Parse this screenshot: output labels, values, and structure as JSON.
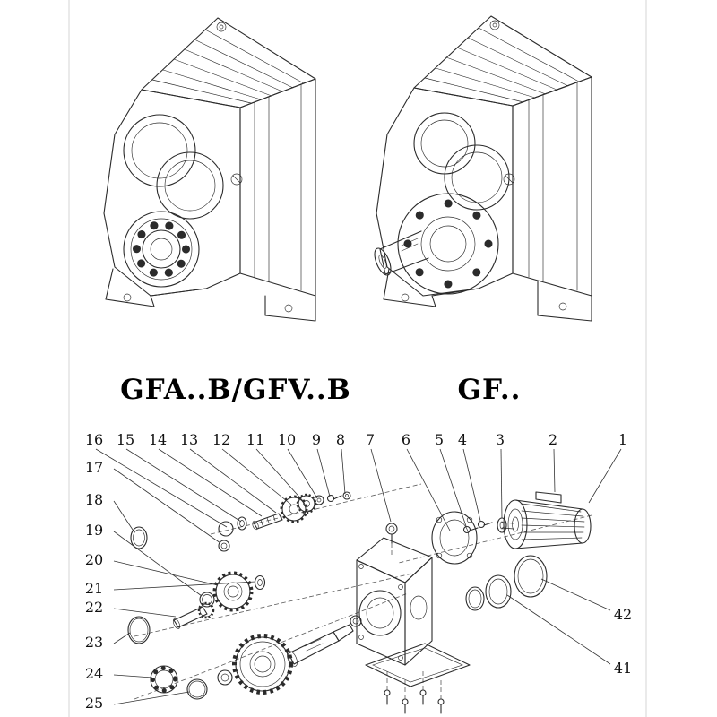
{
  "models": {
    "left_label": "GFA..B/GFV..B",
    "right_label": "GF.."
  },
  "exploded": {
    "top_row": [
      "16",
      "15",
      "14",
      "13",
      "12",
      "11",
      "10",
      "9",
      "8",
      "7",
      "6",
      "5",
      "4",
      "3",
      "2",
      "1"
    ],
    "left_column": [
      "17",
      "18",
      "19",
      "20",
      "21",
      "22",
      "23",
      "24",
      "25"
    ],
    "right_column": [
      "42",
      "41"
    ]
  }
}
